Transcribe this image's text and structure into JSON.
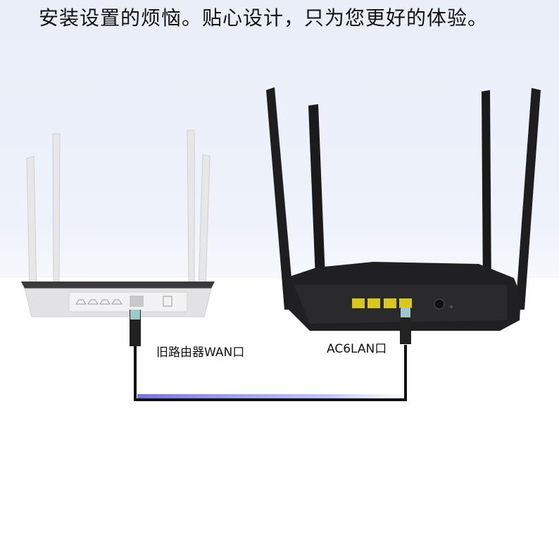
{
  "headline": "安装设置的烦恼。贴心设计，只为您更好的体验。",
  "labels": {
    "old_router_wan": "旧路由器WAN口",
    "ac6_lan": "AC6LAN口"
  },
  "colors": {
    "port_yellow": "#d8c81e",
    "router_black": "#1c1c1e",
    "router_white": "#e4e4e6",
    "cable_glow": "#3a2bd8"
  }
}
